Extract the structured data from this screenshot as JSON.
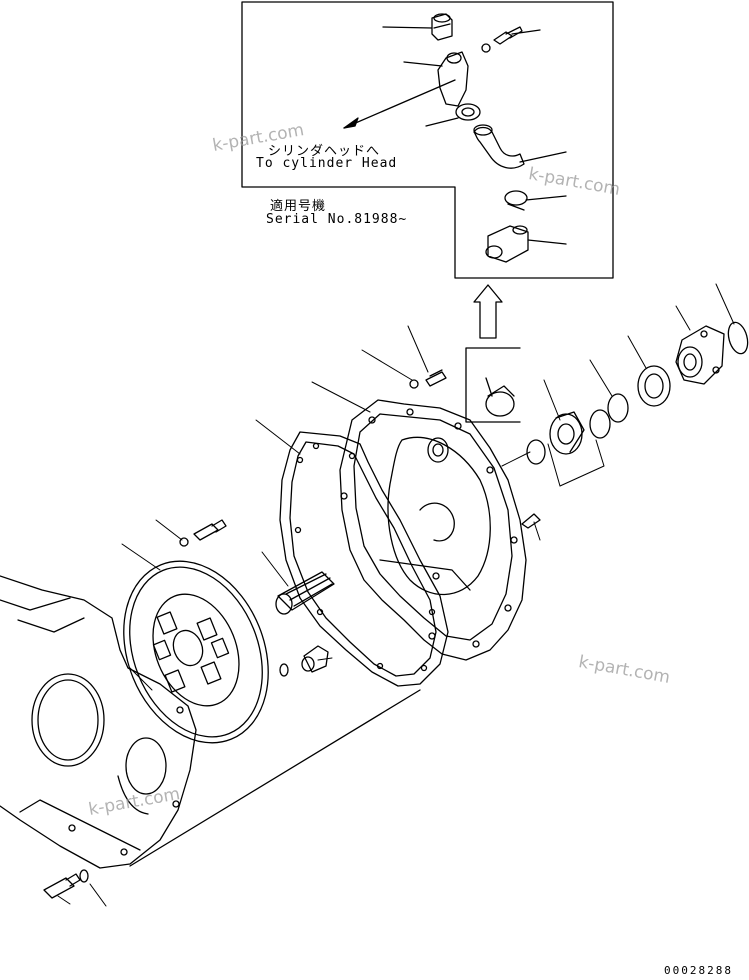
{
  "detail_box": {
    "jp_label": "シリンダヘッドへ",
    "en_label": "To cylinder Head"
  },
  "serial_note": {
    "jp_label": "適用号機",
    "en_label": "Serial No.81988~"
  },
  "watermarks": [
    "k-part.com",
    "k-part.com",
    "k-part.com",
    "k-part.com"
  ],
  "drawing_number": "00028288",
  "colors": {
    "line": "#000000",
    "watermark": "#9a9a9a",
    "background": "#ffffff"
  }
}
